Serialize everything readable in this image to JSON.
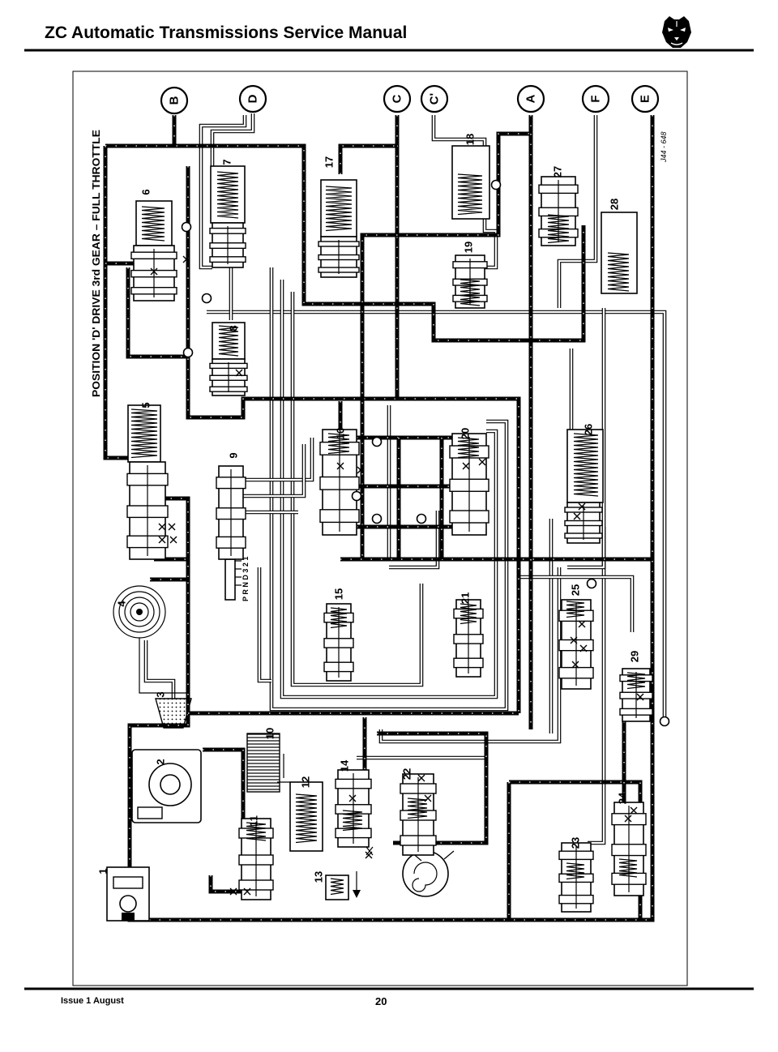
{
  "header": {
    "title": "ZC Automatic Transmissions Service Manual",
    "logo_icon": "jaguar-head-logo"
  },
  "diagram": {
    "title": "POSITION 'D' DRIVE 3rd GEAR – FULL THROTTLE",
    "reference": "J44 - 648",
    "selector_positions": "P R N D 3 2 1",
    "ports": [
      "B",
      "D",
      "C",
      "C'",
      "A",
      "F",
      "E"
    ],
    "components": [
      "1",
      "2",
      "3",
      "4",
      "5",
      "6",
      "7",
      "8",
      "9",
      "10",
      "11",
      "12",
      "13",
      "14",
      "15",
      "16",
      "17",
      "18",
      "19",
      "20",
      "21",
      "22",
      "23",
      "24",
      "25",
      "26",
      "27",
      "28",
      "29"
    ]
  },
  "footer": {
    "issue": "Issue 1 August",
    "page": "20"
  },
  "colors": {
    "ink": "#000000",
    "paper": "#ffffff"
  }
}
